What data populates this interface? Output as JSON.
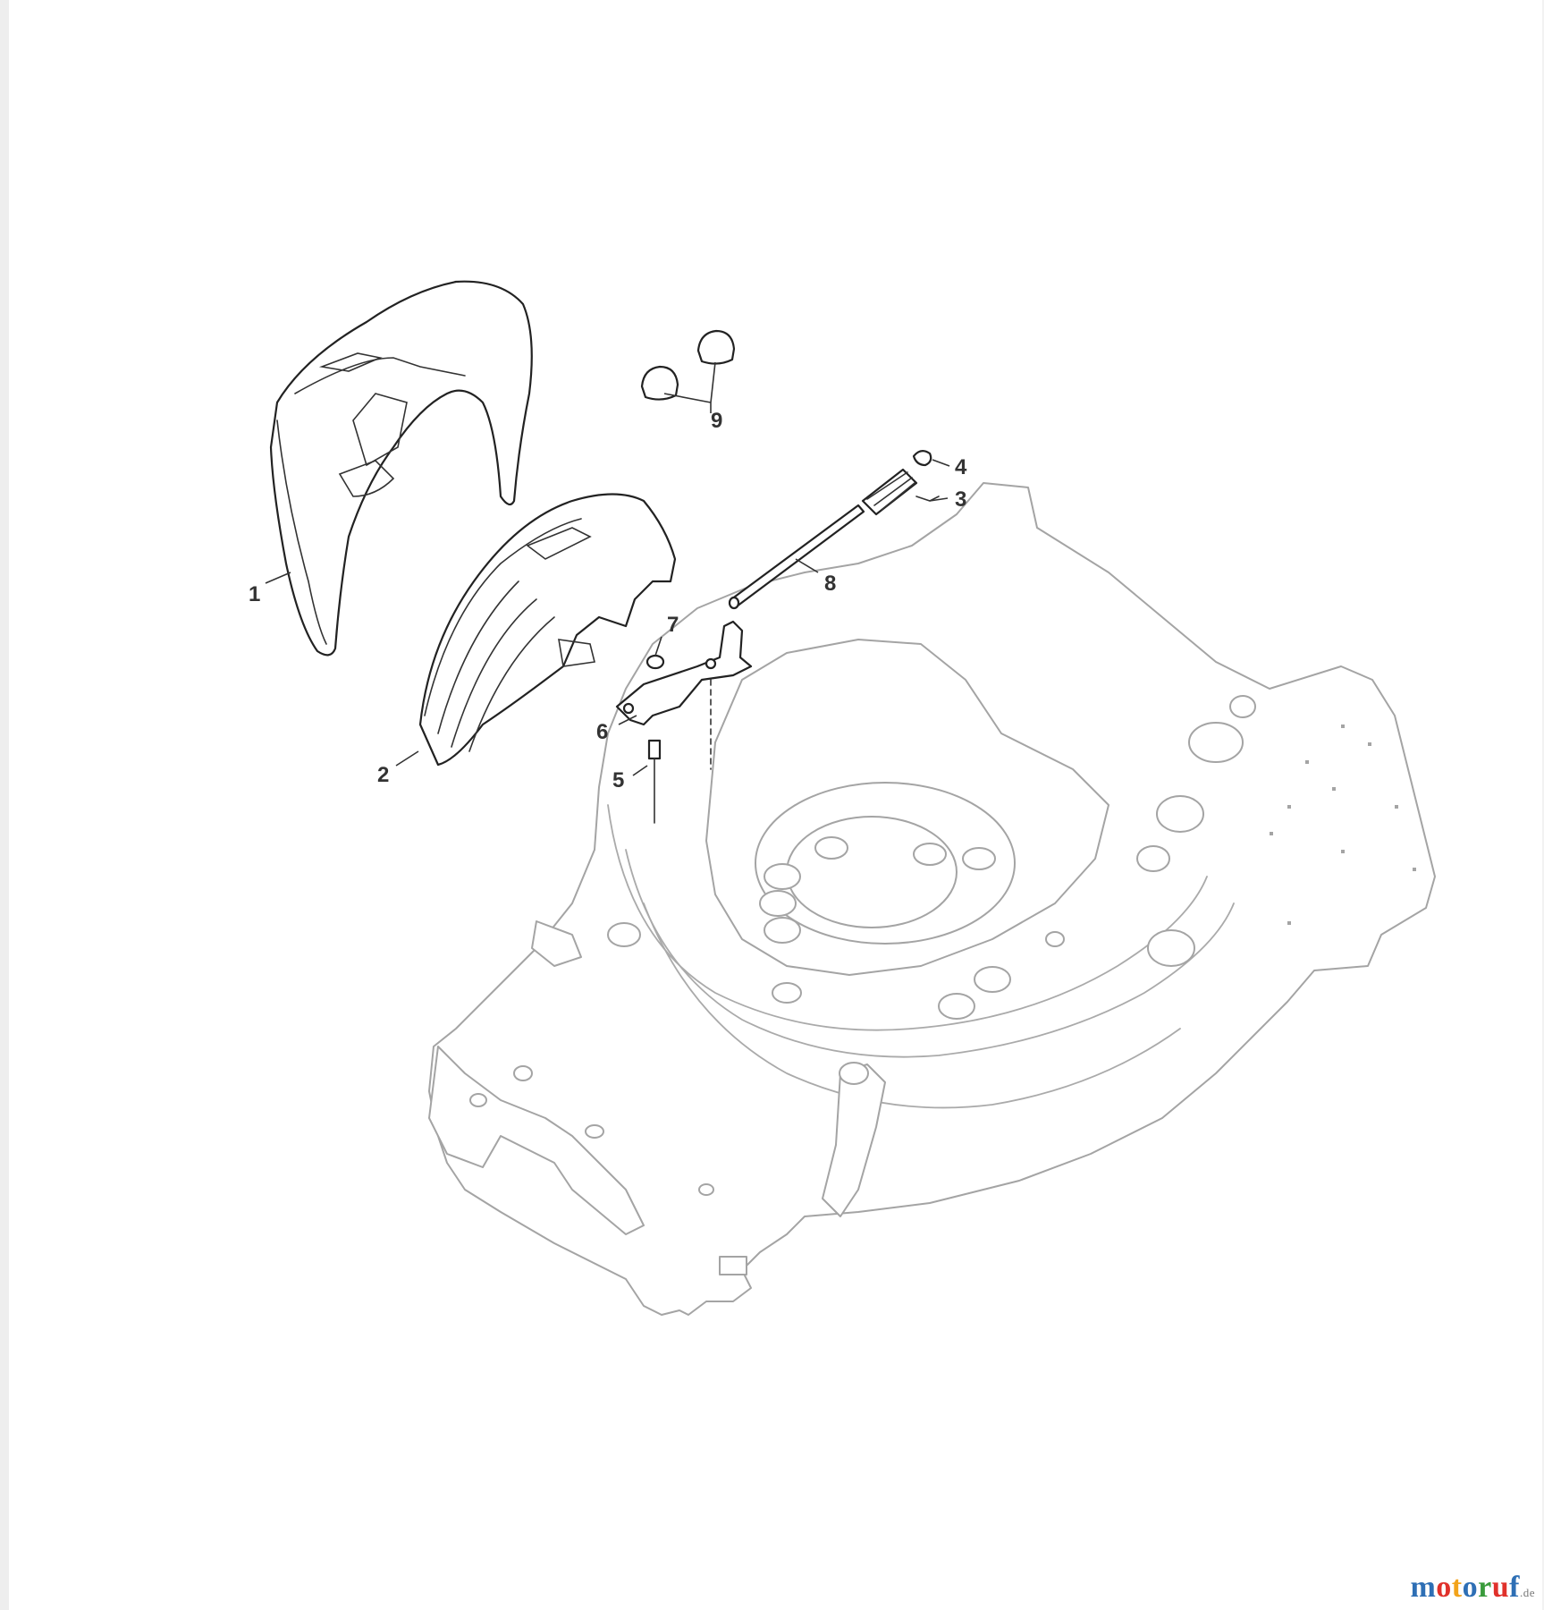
{
  "callouts": [
    {
      "id": "1",
      "label": "1"
    },
    {
      "id": "2",
      "label": "2"
    },
    {
      "id": "3",
      "label": "3"
    },
    {
      "id": "4",
      "label": "4"
    },
    {
      "id": "5",
      "label": "5"
    },
    {
      "id": "6",
      "label": "6"
    },
    {
      "id": "7",
      "label": "7"
    },
    {
      "id": "8",
      "label": "8"
    },
    {
      "id": "9",
      "label": "9"
    }
  ],
  "watermark": {
    "letters": [
      {
        "ch": "m",
        "color": "#2e6fb5"
      },
      {
        "ch": "o",
        "color": "#e0312b"
      },
      {
        "ch": "t",
        "color": "#f2a31b"
      },
      {
        "ch": "o",
        "color": "#2e6fb5"
      },
      {
        "ch": "r",
        "color": "#3a9b3c"
      },
      {
        "ch": "u",
        "color": "#e0312b"
      },
      {
        "ch": "f",
        "color": "#2e6fb5"
      }
    ],
    "suffix": ".de"
  },
  "colors": {
    "line_dark": "#222222",
    "line_faint": "#a4a4a4",
    "background": "#ffffff"
  }
}
